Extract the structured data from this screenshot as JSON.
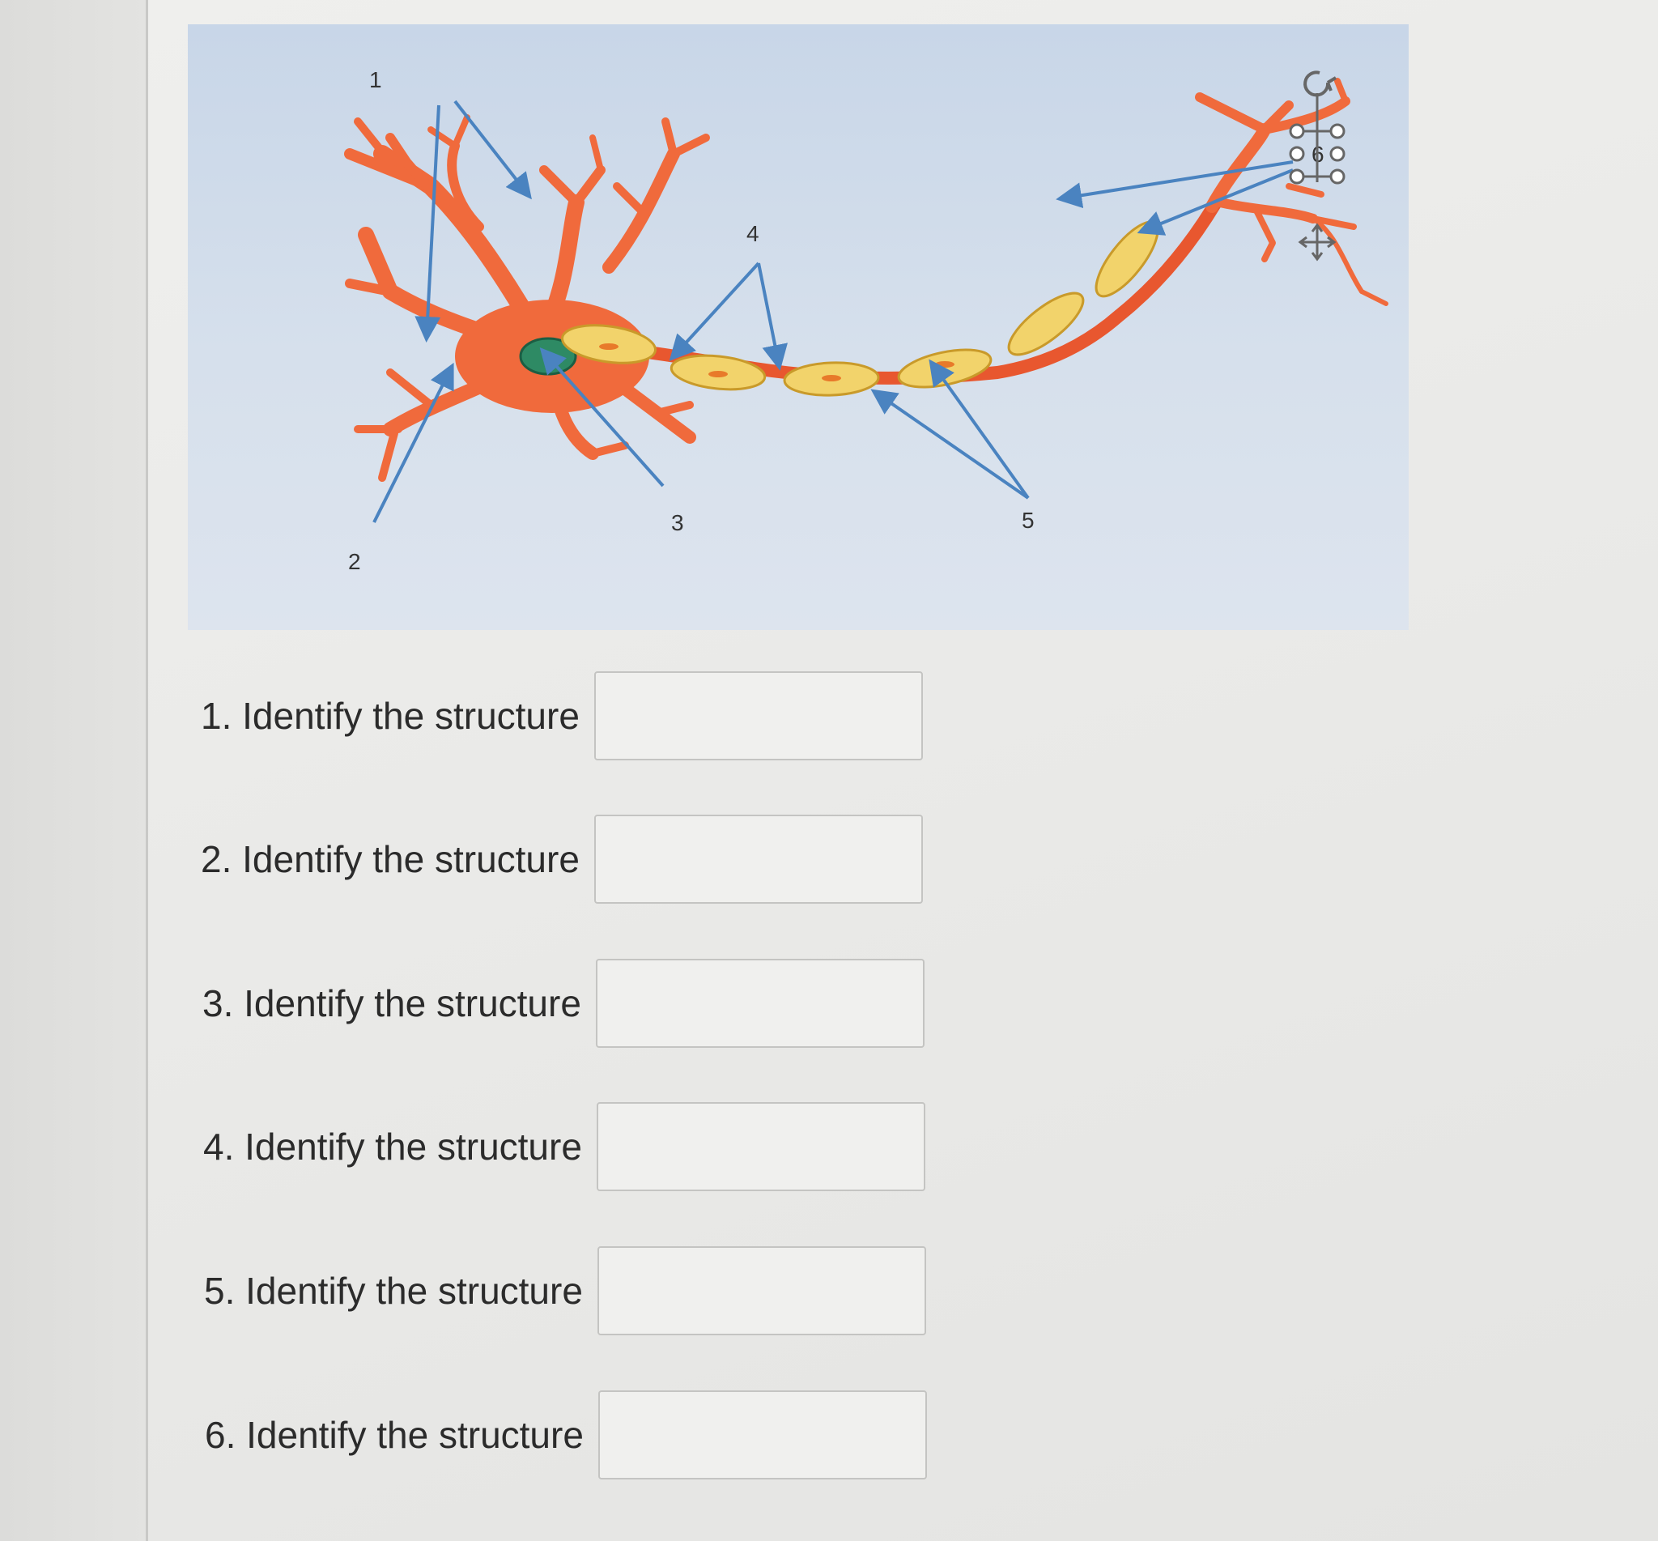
{
  "figure": {
    "labels": [
      "1",
      "2",
      "3",
      "4",
      "5",
      "6"
    ]
  },
  "questions": [
    {
      "number": "1.",
      "text": "Identify the structure",
      "value": ""
    },
    {
      "number": "2.",
      "text": "Identify the structure",
      "value": ""
    },
    {
      "number": "3.",
      "text": "Identify the structure",
      "value": ""
    },
    {
      "number": "4.",
      "text": "Identify the structure",
      "value": ""
    },
    {
      "number": "5.",
      "text": "Identify the structure",
      "value": ""
    },
    {
      "number": "6.",
      "text": "Identify the structure",
      "value": ""
    }
  ],
  "colors": {
    "neuron_body": "#f06a3c",
    "nucleus": "#2e8a64",
    "myelin": "#f2d36b",
    "arrow": "#4a83c0"
  }
}
